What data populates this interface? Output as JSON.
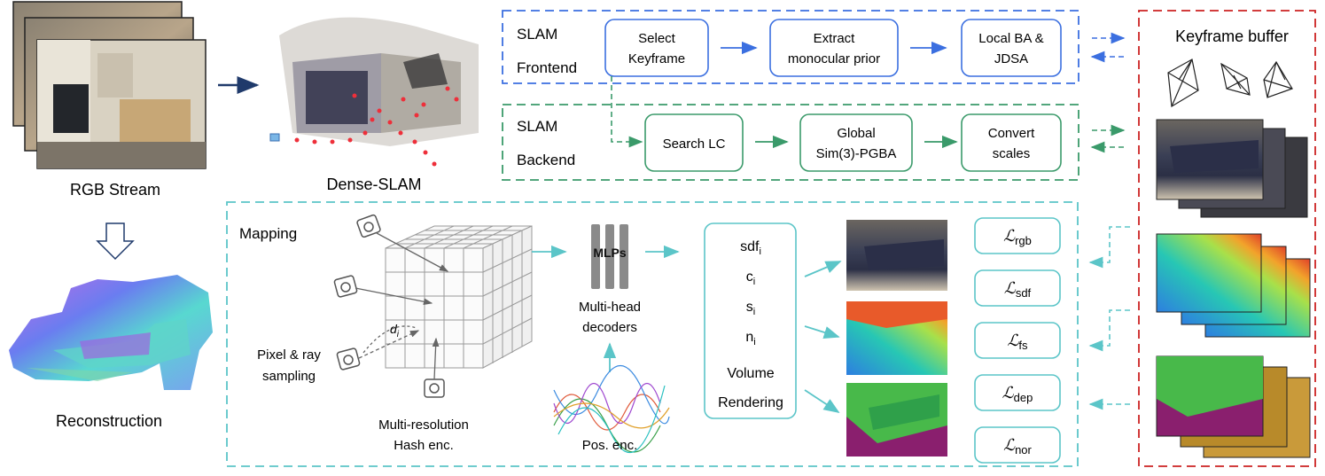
{
  "stream": {
    "rgb_label": "RGB Stream",
    "dense_label": "Dense-SLAM",
    "recon_label": "Reconstruction"
  },
  "frontend": {
    "title_line1": "SLAM",
    "title_line2": "Frontend",
    "box1_line1": "Select",
    "box1_line2": "Keyframe",
    "box2_line1": "Extract",
    "box2_line2": "monocular prior",
    "box3_line1": "Local BA &",
    "box3_line2": "JDSA",
    "color": "#3b6fe0"
  },
  "backend": {
    "title_line1": "SLAM",
    "title_line2": "Backend",
    "box1": "Search LC",
    "box2_line1": "Global",
    "box2_line2": "Sim(3)-PGBA",
    "box3_line1": "Convert",
    "box3_line2": "scales",
    "color": "#3a9a6a"
  },
  "mapping": {
    "title": "Mapping",
    "pixel_line1": "Pixel & ray",
    "pixel_line2": "sampling",
    "hash_line1": "Multi-resolution",
    "hash_line2": "Hash enc.",
    "di_label": "d",
    "di_sub": "i",
    "mlps": "MLPs",
    "decoders_line1": "Multi-head",
    "decoders_line2": "decoders",
    "posenc": "Pos. enc.",
    "outputs": [
      {
        "base": "sdf",
        "sub": "i"
      },
      {
        "base": "c",
        "sub": "i"
      },
      {
        "base": "s",
        "sub": "i"
      },
      {
        "base": "n",
        "sub": "i"
      }
    ],
    "volume_line1": "Volume",
    "volume_line2": "Rendering",
    "color": "#5bc5c8"
  },
  "losses": [
    {
      "symbol": "ℒ",
      "sub": "rgb"
    },
    {
      "symbol": "ℒ",
      "sub": "sdf"
    },
    {
      "symbol": "ℒ",
      "sub": "fs"
    },
    {
      "symbol": "ℒ",
      "sub": "dep"
    },
    {
      "symbol": "ℒ",
      "sub": "nor"
    }
  ],
  "buffer": {
    "title": "Keyframe buffer",
    "color": "#cc2222"
  }
}
